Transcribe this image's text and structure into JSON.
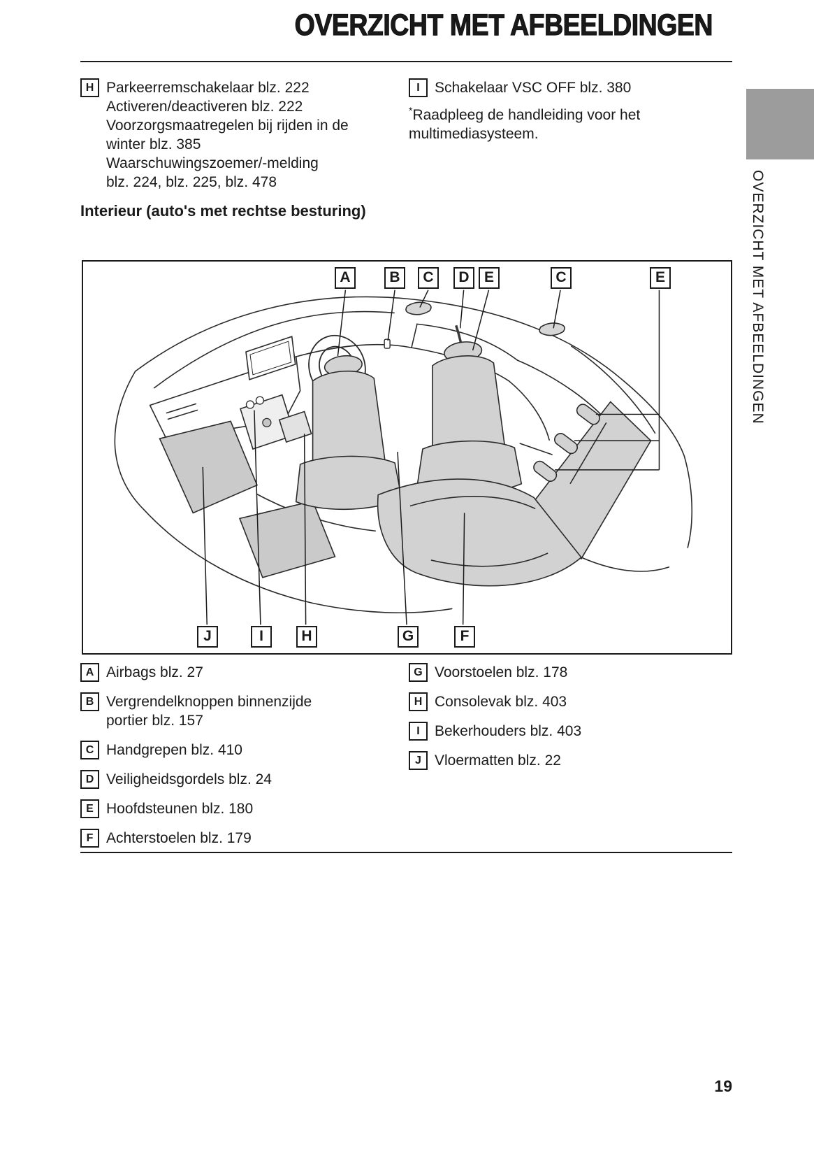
{
  "page": {
    "title": "OVERZICHT MET AFBEELDINGEN",
    "number": "19"
  },
  "sidebar": {
    "vertical_text": "OVERZICHT MET AFBEELDINGEN"
  },
  "top_refs": {
    "left": {
      "label": "H",
      "line1": "Parkeerremschakelaar blz. 222",
      "line2": "Activeren/deactiveren blz. 222",
      "line3": "Voorzorgsmaatregelen bij rijden in de winter blz. 385",
      "line4": "Waarschuwingszoemer/-melding blz. 224, blz. 225, blz. 478"
    },
    "right": {
      "label": "I",
      "text": "Schakelaar VSC OFF blz. 380",
      "footnote_marker": "*",
      "footnote": "Raadpleeg de handleiding voor het multimediasysteem."
    }
  },
  "section_heading": "Interieur (auto's met rechtse besturing)",
  "diagram": {
    "callouts_top": [
      {
        "label": "A"
      },
      {
        "label": "B"
      },
      {
        "label": "C"
      },
      {
        "label": "D"
      },
      {
        "label": "E"
      },
      {
        "label": "C"
      },
      {
        "label": "E"
      }
    ],
    "callouts_bottom": [
      {
        "label": "J"
      },
      {
        "label": "I"
      },
      {
        "label": "H"
      },
      {
        "label": "G"
      },
      {
        "label": "F"
      }
    ]
  },
  "legend": {
    "left": [
      {
        "label": "A",
        "text": "Airbags blz. 27"
      },
      {
        "label": "B",
        "text": "Vergrendelknoppen binnenzijde portier blz. 157"
      },
      {
        "label": "C",
        "text": "Handgrepen blz. 410"
      },
      {
        "label": "D",
        "text": "Veiligheidsgordels blz. 24"
      },
      {
        "label": "E",
        "text": "Hoofdsteunen blz. 180"
      },
      {
        "label": "F",
        "text": "Achterstoelen blz. 179"
      }
    ],
    "right": [
      {
        "label": "G",
        "text": "Voorstoelen blz. 178"
      },
      {
        "label": "H",
        "text": "Consolevak blz. 403"
      },
      {
        "label": "I",
        "text": "Bekerhouders blz. 403"
      },
      {
        "label": "J",
        "text": "Vloermatten blz. 22"
      }
    ]
  },
  "colors": {
    "text": "#1a1a1a",
    "tab_gray": "#9c9c9c",
    "seat_gray": "#d2d2d2"
  }
}
